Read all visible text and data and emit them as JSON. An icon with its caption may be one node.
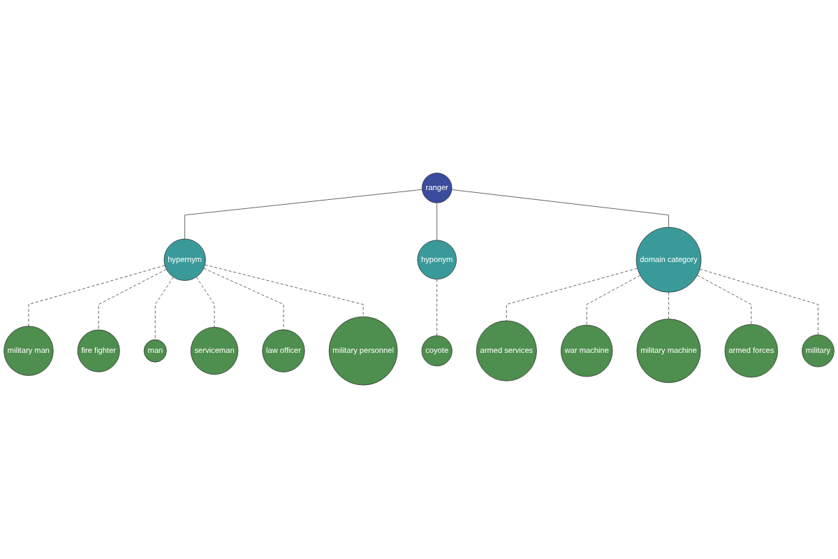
{
  "diagram": {
    "nodes": [
      {
        "text": [
          "military man"
        ]
      },
      {
        "text": [
          "fire fighter"
        ]
      },
      {
        "text": [
          "man"
        ]
      },
      {
        "text": [
          "serviceman"
        ]
      },
      {
        "text": [
          "hypernym"
        ]
      },
      {
        "text": [
          "law officer"
        ]
      },
      {
        "text": [
          "military personnel"
        ]
      },
      {
        "text": [
          "ranger"
        ]
      },
      {
        "text": [
          "hyponym"
        ]
      },
      {
        "text": [
          "armed services"
        ]
      },
      {
        "text": [
          "domain category"
        ]
      },
      {
        "text": [
          "war machine"
        ]
      },
      {
        "text": [
          "coyote"
        ]
      },
      {
        "text": [
          "military machine"
        ]
      },
      {
        "text": [
          "armed forces"
        ]
      },
      {
        "text": [
          "military"
        ]
      }
    ],
    "edges": [
      {
        "from": 7,
        "to": 4,
        "arrow": "none"
      },
      {
        "from": 7,
        "to": 8,
        "arrow": "none"
      },
      {
        "from": 7,
        "to": 10,
        "arrow": "none"
      },
      {
        "from": 4,
        "to": 0,
        "arrow": "none",
        "style": "dashed"
      },
      {
        "from": 4,
        "to": 1,
        "arrow": "none",
        "style": "dashed"
      },
      {
        "from": 4,
        "to": 2,
        "arrow": "none",
        "style": "dashed"
      },
      {
        "from": 4,
        "to": 3,
        "arrow": "none",
        "style": "dashed"
      },
      {
        "from": 4,
        "to": 5,
        "arrow": "none",
        "style": "dashed"
      },
      {
        "from": 4,
        "to": 6,
        "arrow": "none",
        "style": "dashed"
      },
      {
        "from": 8,
        "to": 12,
        "arrow": "none",
        "style": "dashed"
      },
      {
        "from": 10,
        "to": 9,
        "arrow": "none",
        "style": "dashed"
      },
      {
        "from": 10,
        "to": 11,
        "arrow": "none",
        "style": "dashed"
      },
      {
        "from": 10,
        "to": 13,
        "arrow": "none",
        "style": "dashed"
      },
      {
        "from": 10,
        "to": 14,
        "arrow": "none",
        "style": "dashed"
      },
      {
        "from": 10,
        "to": 15,
        "arrow": "none",
        "style": "dashed"
      }
    ]
  }
}
